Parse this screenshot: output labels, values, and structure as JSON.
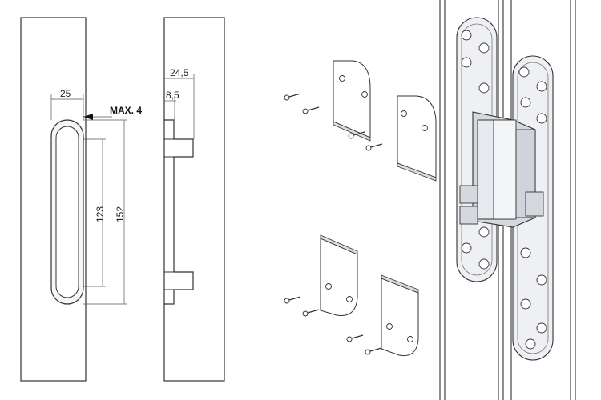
{
  "front_view": {
    "width_label": "25",
    "inner_height_label": "123",
    "outer_height_label": "152",
    "max_label": "MAX. 4"
  },
  "side_view": {
    "depth_label": "24,5",
    "recess_label": "8,5"
  },
  "colors": {
    "line": "#333333",
    "dim_line": "#555555",
    "hinge_fill": "#eef0f3",
    "hinge_shade": "#d5d9de"
  },
  "icons": [
    "screw-icon",
    "cover-plate-icon",
    "hinge-icon"
  ]
}
